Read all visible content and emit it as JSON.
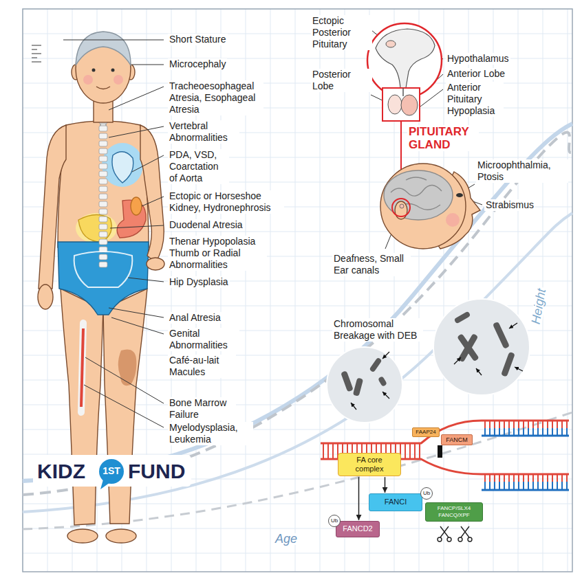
{
  "diagram": {
    "nodes": [
      {
        "text": [
          "FAAP24"
        ]
      },
      {
        "text": [
          "FANCM"
        ]
      },
      {
        "text": [
          "FA core complex"
        ]
      },
      {
        "text": [
          "FANCI"
        ]
      },
      {
        "text": [
          "Ub"
        ]
      },
      {
        "text": [
          "FANCD2"
        ]
      },
      {
        "text": [
          "Ub"
        ]
      },
      {
        "text": [
          "FANCP/SLX4 FANCQ/XPF"
        ]
      }
    ],
    "edges": [
      {
        "from": 2,
        "to": 5,
        "arrow": "to"
      },
      {
        "from": 2,
        "to": 3,
        "arrow": "to"
      }
    ],
    "labels": [
      "Short Stature",
      "Microcephaly",
      "Tracheoesophageal Atresia, Esophageal Atresia",
      "Vertebral Abnormalities",
      "PDA, VSD, Coarctation of Aorta",
      "Ectopic or Horseshoe Kidney, Hydronephrosis",
      "Duodenal Atresia",
      "Thenar Hypopolasia Thumb or Radial Abnormalities",
      "Hip Dysplasia",
      "Anal Atresia",
      "Genital Abnormalities",
      "Café-au-lait Macules",
      "Bone Marrow Failure",
      "Myelodysplasia, Leukemia",
      "KIDZ",
      "1ST",
      "FUND",
      "Ectopic Posterior Pituitary",
      "Posterior Lobe",
      "Hypothalamus",
      "Anterior Lobe",
      "Anterior Pituitary Hypoplasia",
      "PITUITARY GLAND",
      "Microophthalmia, Ptosis",
      "Strabismus",
      "Deafness, Small Ear canals",
      "Height",
      "Chromosomal Breakage with DEB",
      "Age"
    ]
  }
}
